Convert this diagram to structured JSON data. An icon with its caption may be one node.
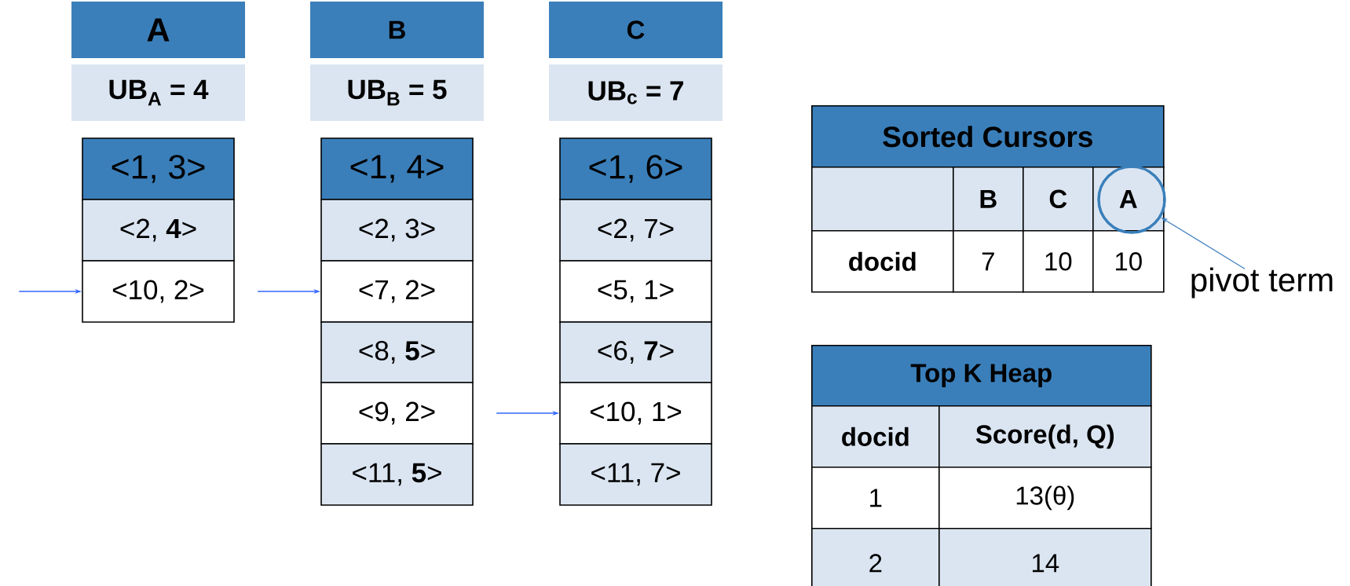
{
  "diagram": {
    "nodes": [
      {
        "text": [
          "A"
        ]
      },
      {
        "text": [
          "UB$_{A}$ = 4"
        ]
      },
      {
        "text": [
          "<1, 3>"
        ]
      },
      {
        "text": [
          "<2, **4**>"
        ]
      },
      {
        "text": [
          "<10, 2>"
        ]
      },
      {
        "text": [
          "B"
        ]
      },
      {
        "text": [
          "UB$_{B}$ = 5"
        ]
      },
      {
        "text": [
          "<1, 4>"
        ]
      },
      {
        "text": [
          "<2, 3>"
        ]
      },
      {
        "text": [
          "<7, 2>"
        ]
      },
      {
        "text": [
          "<8, **5**>"
        ]
      },
      {
        "text": [
          "<9, 2>"
        ]
      },
      {
        "text": [
          "<11, **5**>"
        ]
      },
      {
        "text": [
          "C"
        ]
      },
      {
        "text": [
          "UB$_{c}$ = 7"
        ]
      },
      {
        "text": [
          "<1, 6>"
        ]
      },
      {
        "text": [
          "<2, 7>"
        ]
      },
      {
        "text": [
          "<5, 1>"
        ]
      },
      {
        "text": [
          "<6, **7**>"
        ]
      },
      {
        "text": [
          "<10, 1>"
        ]
      },
      {
        "text": [
          "<11, 7>"
        ]
      },
      {
        "text": [],
        "shape": "circle"
      },
      {
        "text": [
          "pivot term"
        ]
      }
    ],
    "edges": [
      {
        "from": null,
        "to": 4,
        "arrow": "to"
      },
      {
        "from": null,
        "to": 9,
        "arrow": "to"
      },
      {
        "from": null,
        "to": 19,
        "arrow": "to"
      },
      {
        "from": 22,
        "to": 21,
        "arrow": "to",
        "color": "#3f7fbf"
      }
    ],
    "labels": [
      "Sorted Cursors",
      "B",
      "C",
      "A",
      "docid",
      "7",
      "10",
      "10",
      "Top K Heap",
      "docid",
      "Score(d, Q)",
      "1",
      "13(θ)",
      "2",
      "14"
    ]
  }
}
